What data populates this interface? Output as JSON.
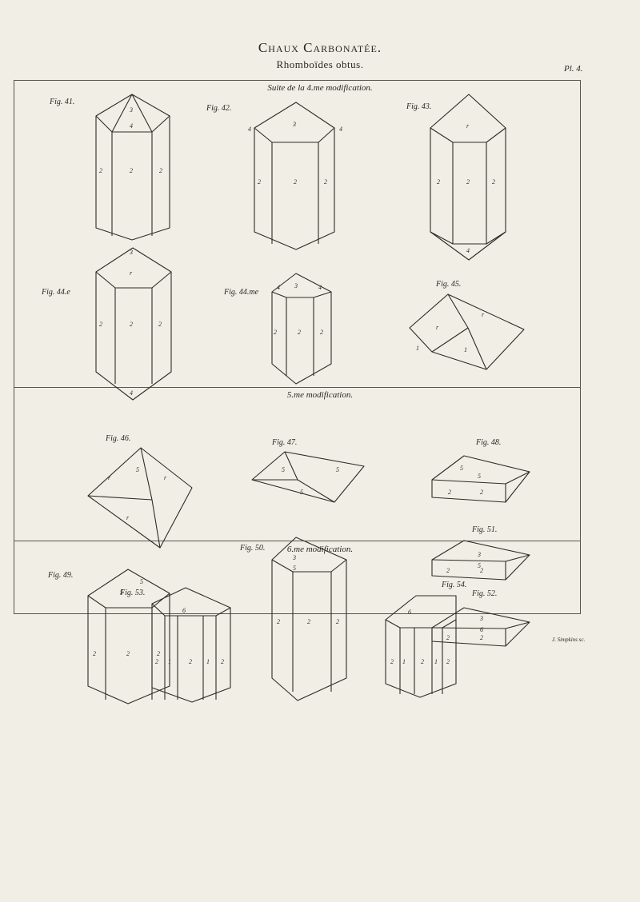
{
  "header": {
    "title": "Chaux Carbonatée.",
    "subtitle": "Rhomboïdes obtus.",
    "plate": "Pl. 4."
  },
  "sections": {
    "suite": "Suite de la 4.me modification.",
    "fifth": "5.me modification.",
    "sixth": "6.me modification."
  },
  "figures": {
    "f41": "Fig. 41.",
    "f42": "Fig. 42.",
    "f43": "Fig. 43.",
    "f44a": "Fig. 44.e",
    "f44b": "Fig. 44.me",
    "f45": "Fig. 45.",
    "f46": "Fig. 46.",
    "f47": "Fig. 47.",
    "f48": "Fig. 48.",
    "f49": "Fig. 49.",
    "f50": "Fig. 50.",
    "f51": "Fig. 51.",
    "f52": "Fig. 52.",
    "f53": "Fig. 53.",
    "f54": "Fig. 54."
  },
  "engraver": "J. Simpkins sc."
}
